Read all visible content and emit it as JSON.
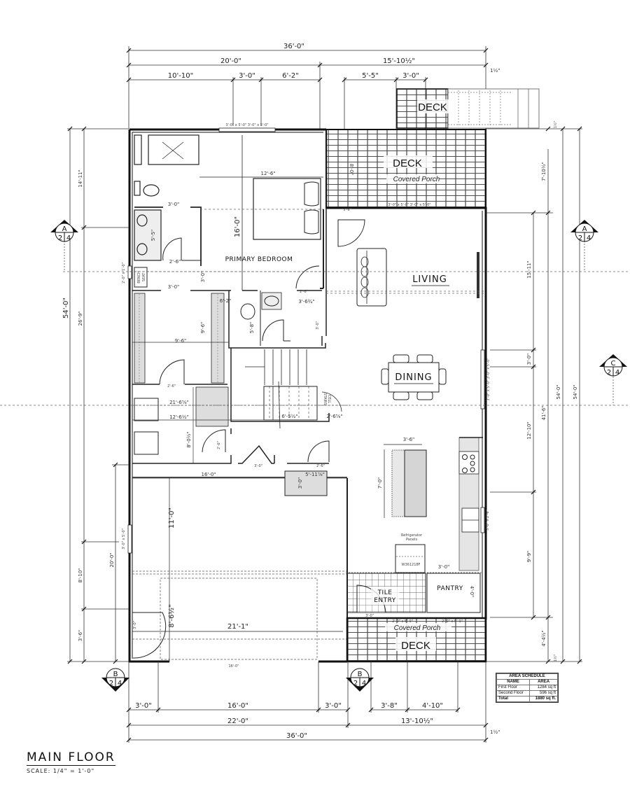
{
  "title": {
    "main": "MAIN FLOOR",
    "scale": "SCALE: 1/4\" = 1'-0\""
  },
  "rooms": {
    "primary_bedroom": "PRIMARY BEDROOM",
    "living": "LIVING",
    "dining": "DINING",
    "pantry": "PANTRY",
    "tile_entry_1": "TILE",
    "tile_entry_2": "ENTRY",
    "bench_seat_1": "BENCH",
    "bench_seat_2": "SEAT",
    "cell_stairs_1": "CELL",
    "cell_stairs_2": "STAIRS",
    "deck_top_small": "DECK",
    "deck_top": "DECK",
    "deck_top_sub": "Covered Porch",
    "deck_bottom": "DECK",
    "deck_bottom_sub": "Covered Porch",
    "fridge_label_1": "Refrigerator",
    "fridge_label_2": "Panels",
    "fridge_code": "W361218F"
  },
  "dimensions": {
    "top": {
      "overall": "36'-0\"",
      "left": "20'-0\"",
      "right": "15'-10½\"",
      "seg1": "10'-10\"",
      "seg2": "3'-0\"",
      "seg3": "6'-2\"",
      "seg4": "5'-5\"",
      "seg5": "3'-0\"",
      "offset": "1½\""
    },
    "bottom": {
      "overall": "36'-0\"",
      "left": "22'-0\"",
      "right": "13'-10½\"",
      "seg1": "3'-0\"",
      "seg2": "16'-0\"",
      "seg3": "3'-0\"",
      "seg4": "3'-8\"",
      "seg5": "4'-10\"",
      "offset": "1½\"",
      "garage_door": "16'-0\""
    },
    "left": {
      "overall": "54'-0\"",
      "upper": "14'-11\"",
      "mid": "26'-9\"",
      "lower": "8'-10\"",
      "bottom": "3'-6\"",
      "garage": "20'-0\""
    },
    "right": {
      "overall_outer": "54'-0\"",
      "overall_inner": "54'-0\"",
      "main": "41'-6\"",
      "deck": "7'-10½\"",
      "bottom": "4'-4½\"",
      "seg1": "15'-11\"",
      "seg2": "3'-0\"",
      "seg3": "12'-10\"",
      "seg4": "9'-9\"",
      "offset_top": "1½\"",
      "offset_bottom": "1½\""
    },
    "interior": {
      "bed_width": "12'-6\"",
      "bed_depth": "16'-0\"",
      "vanity": "5'-5\"",
      "bath_door": "3'-0\"",
      "closet_door": "2'-6\"",
      "bench_door": "3'-0\"",
      "hall": "3'-0\"",
      "closet_w": "9'-6\"",
      "closet_h": "9'-6\"",
      "wc_w": "6'-2\"",
      "wc_h": "5'-8\"",
      "powder": "3'-6¾\"",
      "powder_door": "2'-6\"",
      "hall_door": "3'-0\"",
      "closet2_door": "2'-6\"",
      "laundry_1": "21'-6⅝\"",
      "laundry_2": "12'-6½\"",
      "laundry_h": "8'-0½\"",
      "stair_w": "6'-5½\"",
      "stair_2": "2'-6⅝\"",
      "mud_door": "2'-6\"",
      "garage_entry": "3'-0\"",
      "closet3": "2'-6\"",
      "garage_w": "16'-0\"",
      "locker": "5'-11⅞\"",
      "locker_h": "3'-0\"",
      "garage_d": "11'-0\"",
      "garage_d2": "8'-6½\"",
      "garage_inner": "21'-1\"",
      "deck_depth": "8'-0\"",
      "deck_door": "3'-8\"",
      "island_w": "3'-6\"",
      "island_l": "7'-0\"",
      "pantry_door": "3'-0\"",
      "pantry_d": "4'-0\"",
      "entry_door": "3'-0\"",
      "side_door": "3'-0\""
    },
    "windows": {
      "top_bed": "3'-0\" x 5'-0\" 3'-0\" x 5'-0\"",
      "deck_win": "3'-0\" x 5'-0\" 3'-0\" x 5'-0\"",
      "left_bench": "2'-0\" x 1'-0\"",
      "left_garage": "3'-0\" x 5'-0\"",
      "right_dining": "3'-0\" x 5'-0\" 3'-0\" x 5'-0\"",
      "right_kitchen": "3'-0\" x 2'-6\"",
      "bottom_1": "2'-0\" x 5'-0\"",
      "bottom_2": "2'-0\" x 5'-0\""
    }
  },
  "markers": [
    {
      "id": "A",
      "left": "2",
      "right": "4",
      "pos": "left"
    },
    {
      "id": "A",
      "left": "2",
      "right": "4",
      "pos": "right"
    },
    {
      "id": "C",
      "left": "2",
      "right": "4",
      "pos": "right-mid"
    },
    {
      "id": "B",
      "left": "2",
      "right": "4",
      "pos": "bottom-left"
    },
    {
      "id": "B",
      "left": "2",
      "right": "4",
      "pos": "bottom-mid"
    }
  ],
  "area_schedule": {
    "title": "AREA SCHEDULE",
    "headers": [
      "NAME",
      "AREA"
    ],
    "rows": [
      {
        "name": "First Floor",
        "area": "1284 sq ft"
      },
      {
        "name": "Second Floor",
        "area": "596 sq ft"
      }
    ],
    "total": {
      "name": "Total",
      "area": "1880 sq ft."
    }
  }
}
